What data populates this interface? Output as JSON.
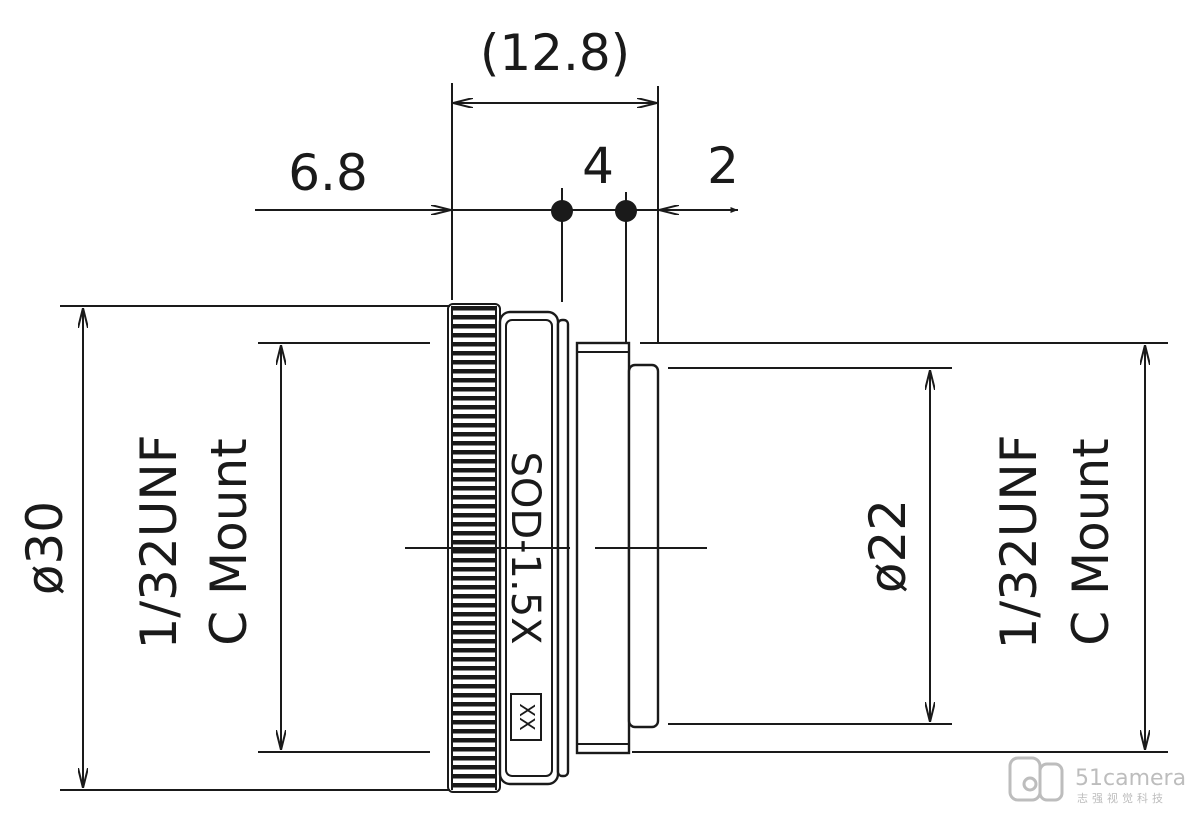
{
  "dimensions": {
    "overall_length": "(12.8)",
    "flange_offset": "6.8",
    "mid_length": "4",
    "thread_length": "2",
    "outer_diameter": "ø30",
    "inner_diameter": "ø22"
  },
  "mounts": {
    "left": {
      "line1": "1/32UNF",
      "line2": "C Mount"
    },
    "right": {
      "line1": "1/32UNF",
      "line2": "C Mount"
    }
  },
  "product": {
    "model_label": "SOD-1.5X",
    "serial_box": "XX"
  },
  "watermark": {
    "brand": "51camera",
    "tagline": "志强视觉科技"
  },
  "colors": {
    "line": "#1a1a1a",
    "background": "#ffffff",
    "watermark": "#bdbdbd"
  }
}
